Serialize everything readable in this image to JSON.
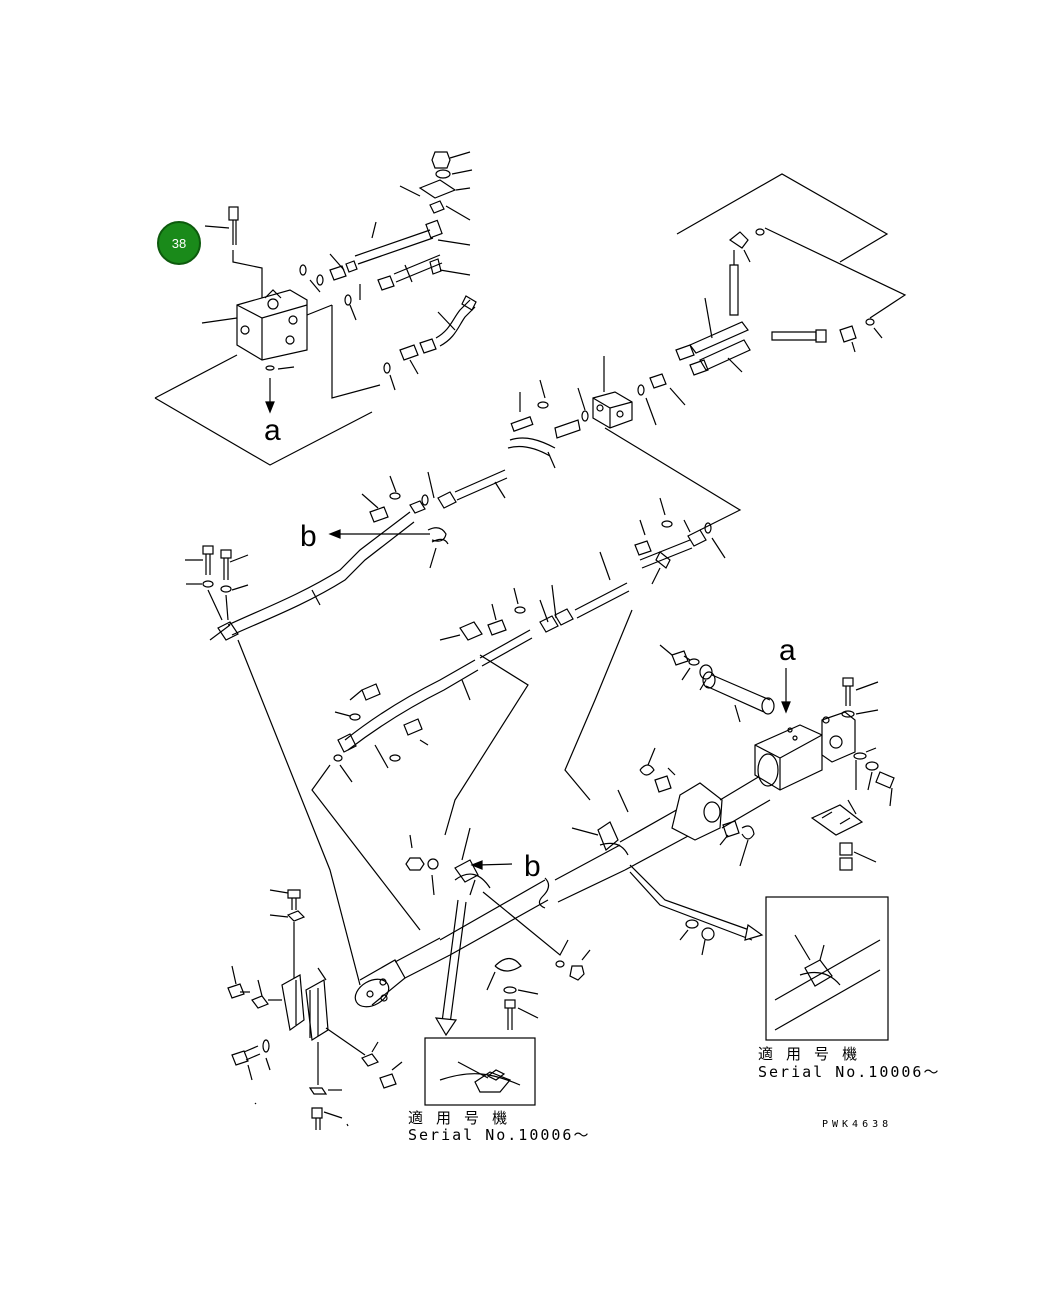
{
  "diagram": {
    "badge": {
      "text": "38",
      "color": "#1a8a1a"
    },
    "ref_letters": {
      "a": "a",
      "b": "b"
    },
    "serial_notes": [
      {
        "line1": "適 用 号 機",
        "line2": "Serial No.10006～"
      },
      {
        "line1": "適 用 号 機",
        "line2": "Serial No.10006～"
      }
    ],
    "drawing_code": "PWK4638",
    "line_color": "#000000"
  }
}
